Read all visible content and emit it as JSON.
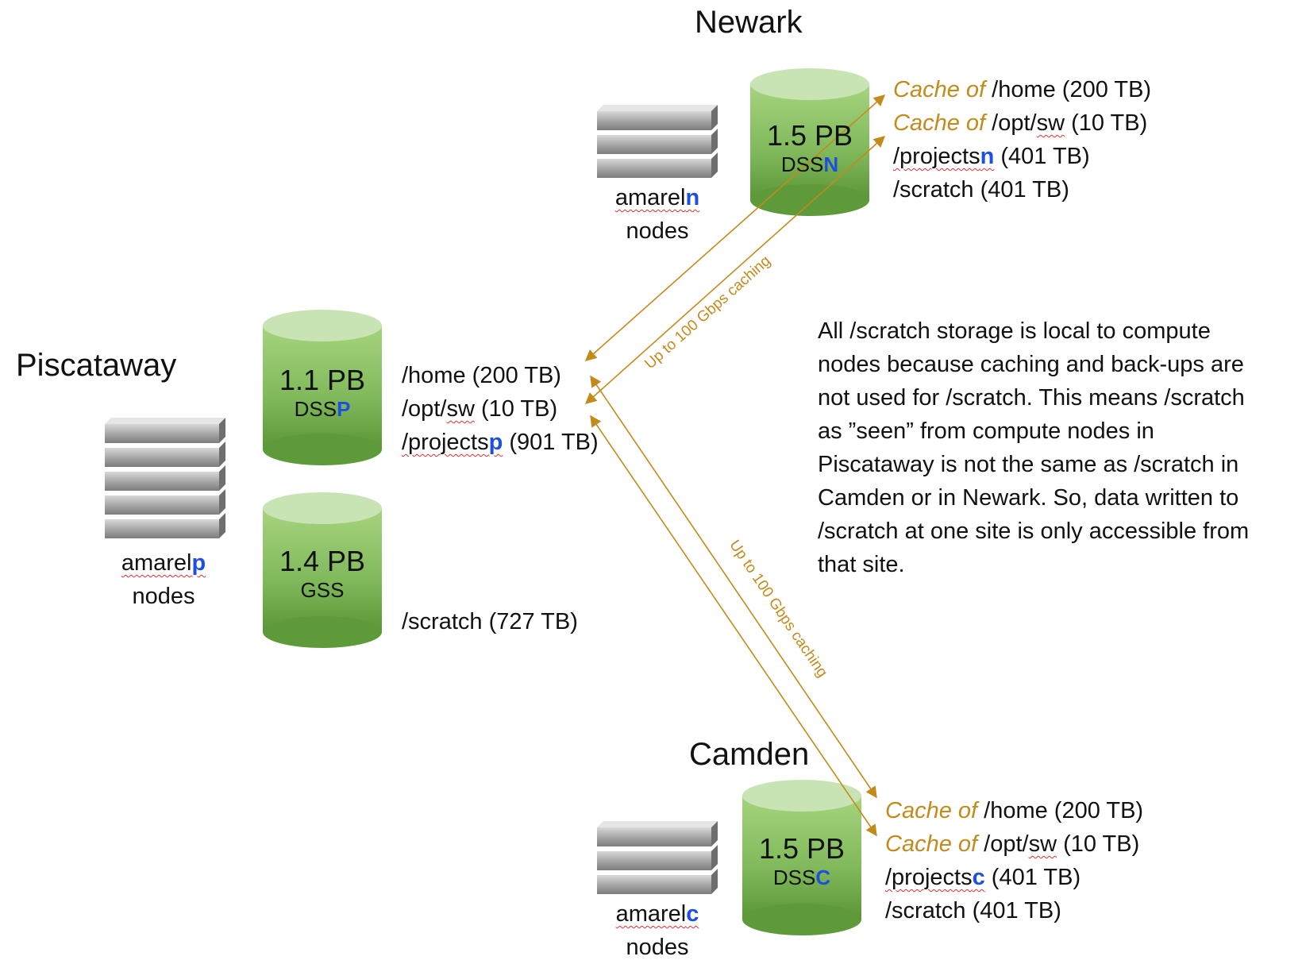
{
  "sites": {
    "newark": {
      "title": "Newark"
    },
    "piscataway": {
      "title": "Piscataway"
    },
    "camden": {
      "title": "Camden"
    }
  },
  "storage": {
    "dssn": {
      "capacity": "1.5 PB",
      "name_prefix": "DSS",
      "name_suffix": "N"
    },
    "dssp": {
      "capacity": "1.1 PB",
      "name_prefix": "DSS",
      "name_suffix": "P"
    },
    "gss": {
      "capacity": "1.4 PB",
      "name": "GSS"
    },
    "dssc": {
      "capacity": "1.5 PB",
      "name_prefix": "DSS",
      "name_suffix": "C"
    }
  },
  "nodes": {
    "newark": {
      "prefix": "amarel",
      "suffix": "n",
      "label": "nodes"
    },
    "piscataway": {
      "prefix": "amarel",
      "suffix": "p",
      "label": "nodes"
    },
    "camden": {
      "prefix": "amarel",
      "suffix": "c",
      "label": "nodes"
    }
  },
  "volumes": {
    "newark": {
      "cache_prefix": "Cache of",
      "home": "/home (200 TB)",
      "opt_pre": "/opt/",
      "opt_sw": "sw",
      "opt_post": " (10 TB)",
      "projects_pre": "/projects",
      "projects_suffix": "n",
      "projects_post": " (401 TB)",
      "scratch": "/scratch (401 TB)"
    },
    "piscataway": {
      "home": "/home (200 TB)",
      "opt_pre": "/opt/",
      "opt_sw": "sw",
      "opt_post": " (10 TB)",
      "projects_pre": "/projects",
      "projects_suffix": "p",
      "projects_post": " (901 TB)",
      "scratch": "/scratch (727 TB)"
    },
    "camden": {
      "cache_prefix": "Cache of",
      "home": "/home (200 TB)",
      "opt_pre": "/opt/",
      "opt_sw": "sw",
      "opt_post": " (10 TB)",
      "projects_pre": "/projects",
      "projects_suffix": "c",
      "projects_post": " (401 TB)",
      "scratch": "/scratch (401 TB)"
    }
  },
  "links": {
    "newark": "Up to 100 Gbps caching",
    "camden": "Up to 100 Gbps caching"
  },
  "note": {
    "lines": [
      "All /scratch storage is local to compute",
      "nodes because caching and back-ups are",
      "not used for /scratch. This means /scratch",
      "as ”seen” from compute nodes in",
      "Piscataway is not the same as /scratch in",
      "Camden or in Newark. So, data written to",
      "/scratch at one site is only accessible from",
      "that site."
    ]
  },
  "colors": {
    "cylinder_top": "#c9e4b4",
    "cylinder_body_light": "#9fcf76",
    "cylinder_body_dark": "#5e9a3a",
    "link": "#c38a1c",
    "highlight": "#1f4fe0",
    "server": "#9a9a9a"
  }
}
